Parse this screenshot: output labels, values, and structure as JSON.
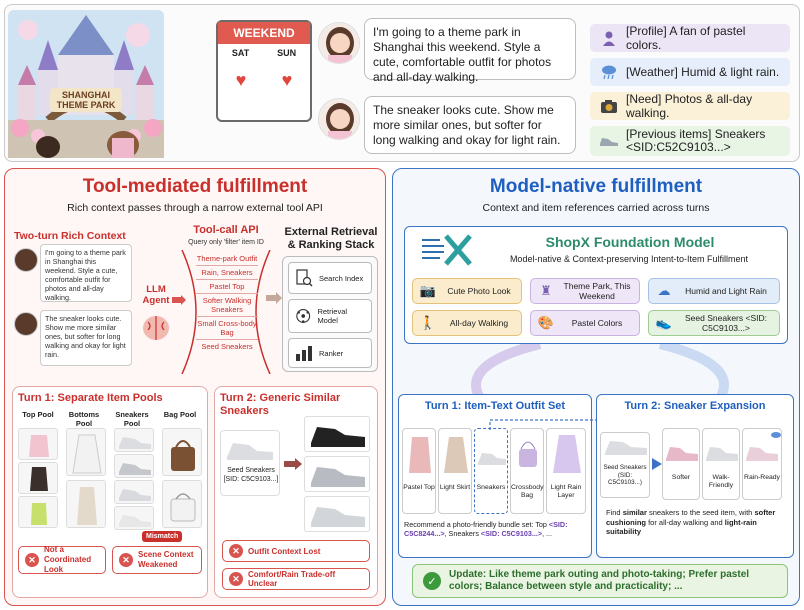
{
  "banner": {
    "castle_sign": "SHANGHAI THEME PARK",
    "calendar": {
      "header": "WEEKEND",
      "day1": "SAT",
      "day2": "SUN"
    },
    "turn1_text": "I'm going to a theme park in Shanghai this weekend. Style a cute, comfortable outfit for photos and all-day walking.",
    "turn2_text": "The sneaker looks cute. Show me more similar ones, but softer for long walking and okay for light rain.",
    "context": [
      {
        "icon": "person-icon",
        "label": "[Profile] A fan of pastel colors.",
        "bg": "#ece5f6"
      },
      {
        "icon": "rain-cloud-icon",
        "label": "[Weather] Humid & light rain.",
        "bg": "#e5eefa"
      },
      {
        "icon": "camera-icon",
        "label": "[Need] Photos & all-day walking.",
        "bg": "#fbf1d9"
      },
      {
        "icon": "sneaker-icon",
        "label": "[Previous items]  Sneakers <SID:C52C9103...>",
        "bg": "#e8f4e4"
      }
    ]
  },
  "left": {
    "title": "Tool-mediated fulfillment",
    "subtitle": "Rich context passes through a narrow external tool API",
    "rich_context": {
      "title": "Two-turn Rich Context",
      "turn1": "I'm going to a theme park in Shanghai this weekend. Style a cute, comfortable outfit for photos and all-day walking.",
      "turn2": "The sneaker looks cute. Show me more similar ones, but softer for long walking and okay for light rain."
    },
    "agent_label": "LLM Agent",
    "tool_api": {
      "title": "Tool-call API",
      "subtitle": "Query only 'filter' item ID",
      "items": [
        "Theme-park Outfit",
        "Rain, Sneakers",
        "Pastel Top",
        "Softer Walking Sneakers",
        "Small Cross-body Bag",
        "Seed Sneakers"
      ]
    },
    "stack": {
      "title": "External Retrieval & Ranking Stack",
      "items": [
        {
          "icon": "search-index-icon",
          "label": "Search Index"
        },
        {
          "icon": "retrieval-model-icon",
          "label": "Retrieval Model"
        },
        {
          "icon": "ranker-icon",
          "label": "Ranker"
        }
      ]
    },
    "turn1": {
      "title": "Turn 1: Separate Item Pools",
      "pools": [
        "Top Pool",
        "Bottoms Pool",
        "Sneakers Pool",
        "Bag Pool"
      ],
      "mismatch": "Mismatch",
      "warnings": [
        "Not a Coordinated Look",
        "Scene Context Weakened"
      ]
    },
    "turn2": {
      "title": "Turn 2: Generic Similar Sneakers",
      "seed_label": "Seed Sneakers [SID: C5C9103...]",
      "warnings": [
        "Outfit Context Lost",
        "Comfort/Rain Trade-off Unclear"
      ]
    }
  },
  "right": {
    "title": "Model-native fulfillment",
    "subtitle": "Context and item references carried across turns",
    "model": {
      "name": "ShopX Foundation Model",
      "tagline": "Model-native & Context-preserving Intent-to-Item Fulfillment",
      "chips": [
        {
          "icon": "camera-icon",
          "label": "Cute Photo Look",
          "bg": "#fbeccd"
        },
        {
          "icon": "castle-icon",
          "label": "Theme Park, This Weekend",
          "bg": "#efe6f7"
        },
        {
          "icon": "rain-cloud-icon",
          "label": "Humid and Light Rain",
          "bg": "#e3edf9"
        },
        {
          "icon": "walking-icon",
          "label": "All-day Walking",
          "bg": "#fbeccd"
        },
        {
          "icon": "palette-icon",
          "label": "Pastel Colors",
          "bg": "#efe6f7"
        },
        {
          "icon": "sneaker-icon",
          "label": "Seed Sneakers <SID: C5C9103...>",
          "bg": "#e6f3e2"
        }
      ]
    },
    "turn1": {
      "title": "Turn 1: Item-Text Outfit Set",
      "items": [
        "Pastel Top",
        "Light Skirt",
        "Sneakers",
        "Crossbody Bag",
        "Light Rain Layer"
      ],
      "caption_pre": "Recommend a photo-friendly bundle set: Top ",
      "caption_sid1": "<SID: C5C8244...>",
      "caption_mid": ", Sneakers ",
      "caption_sid2": "<SID: C5C9103...>",
      "caption_post": ", ..."
    },
    "turn2": {
      "title": "Turn 2: Sneaker Expansion",
      "seed": "Seed Sneakers (SID: C5C9103...)",
      "items": [
        "Softer",
        "Walk-Friendly",
        "Rain-Ready"
      ],
      "caption_a": "Find ",
      "caption_b": "similar",
      "caption_c": " sneakers to the seed item, with ",
      "caption_d": "softer cushioning",
      "caption_e": " for all-day walking and ",
      "caption_f": "light-rain suitability"
    },
    "update": "Update: Like theme park outing and photo-taking; Prefer pastel colors; Balance between style and practicality; ..."
  }
}
